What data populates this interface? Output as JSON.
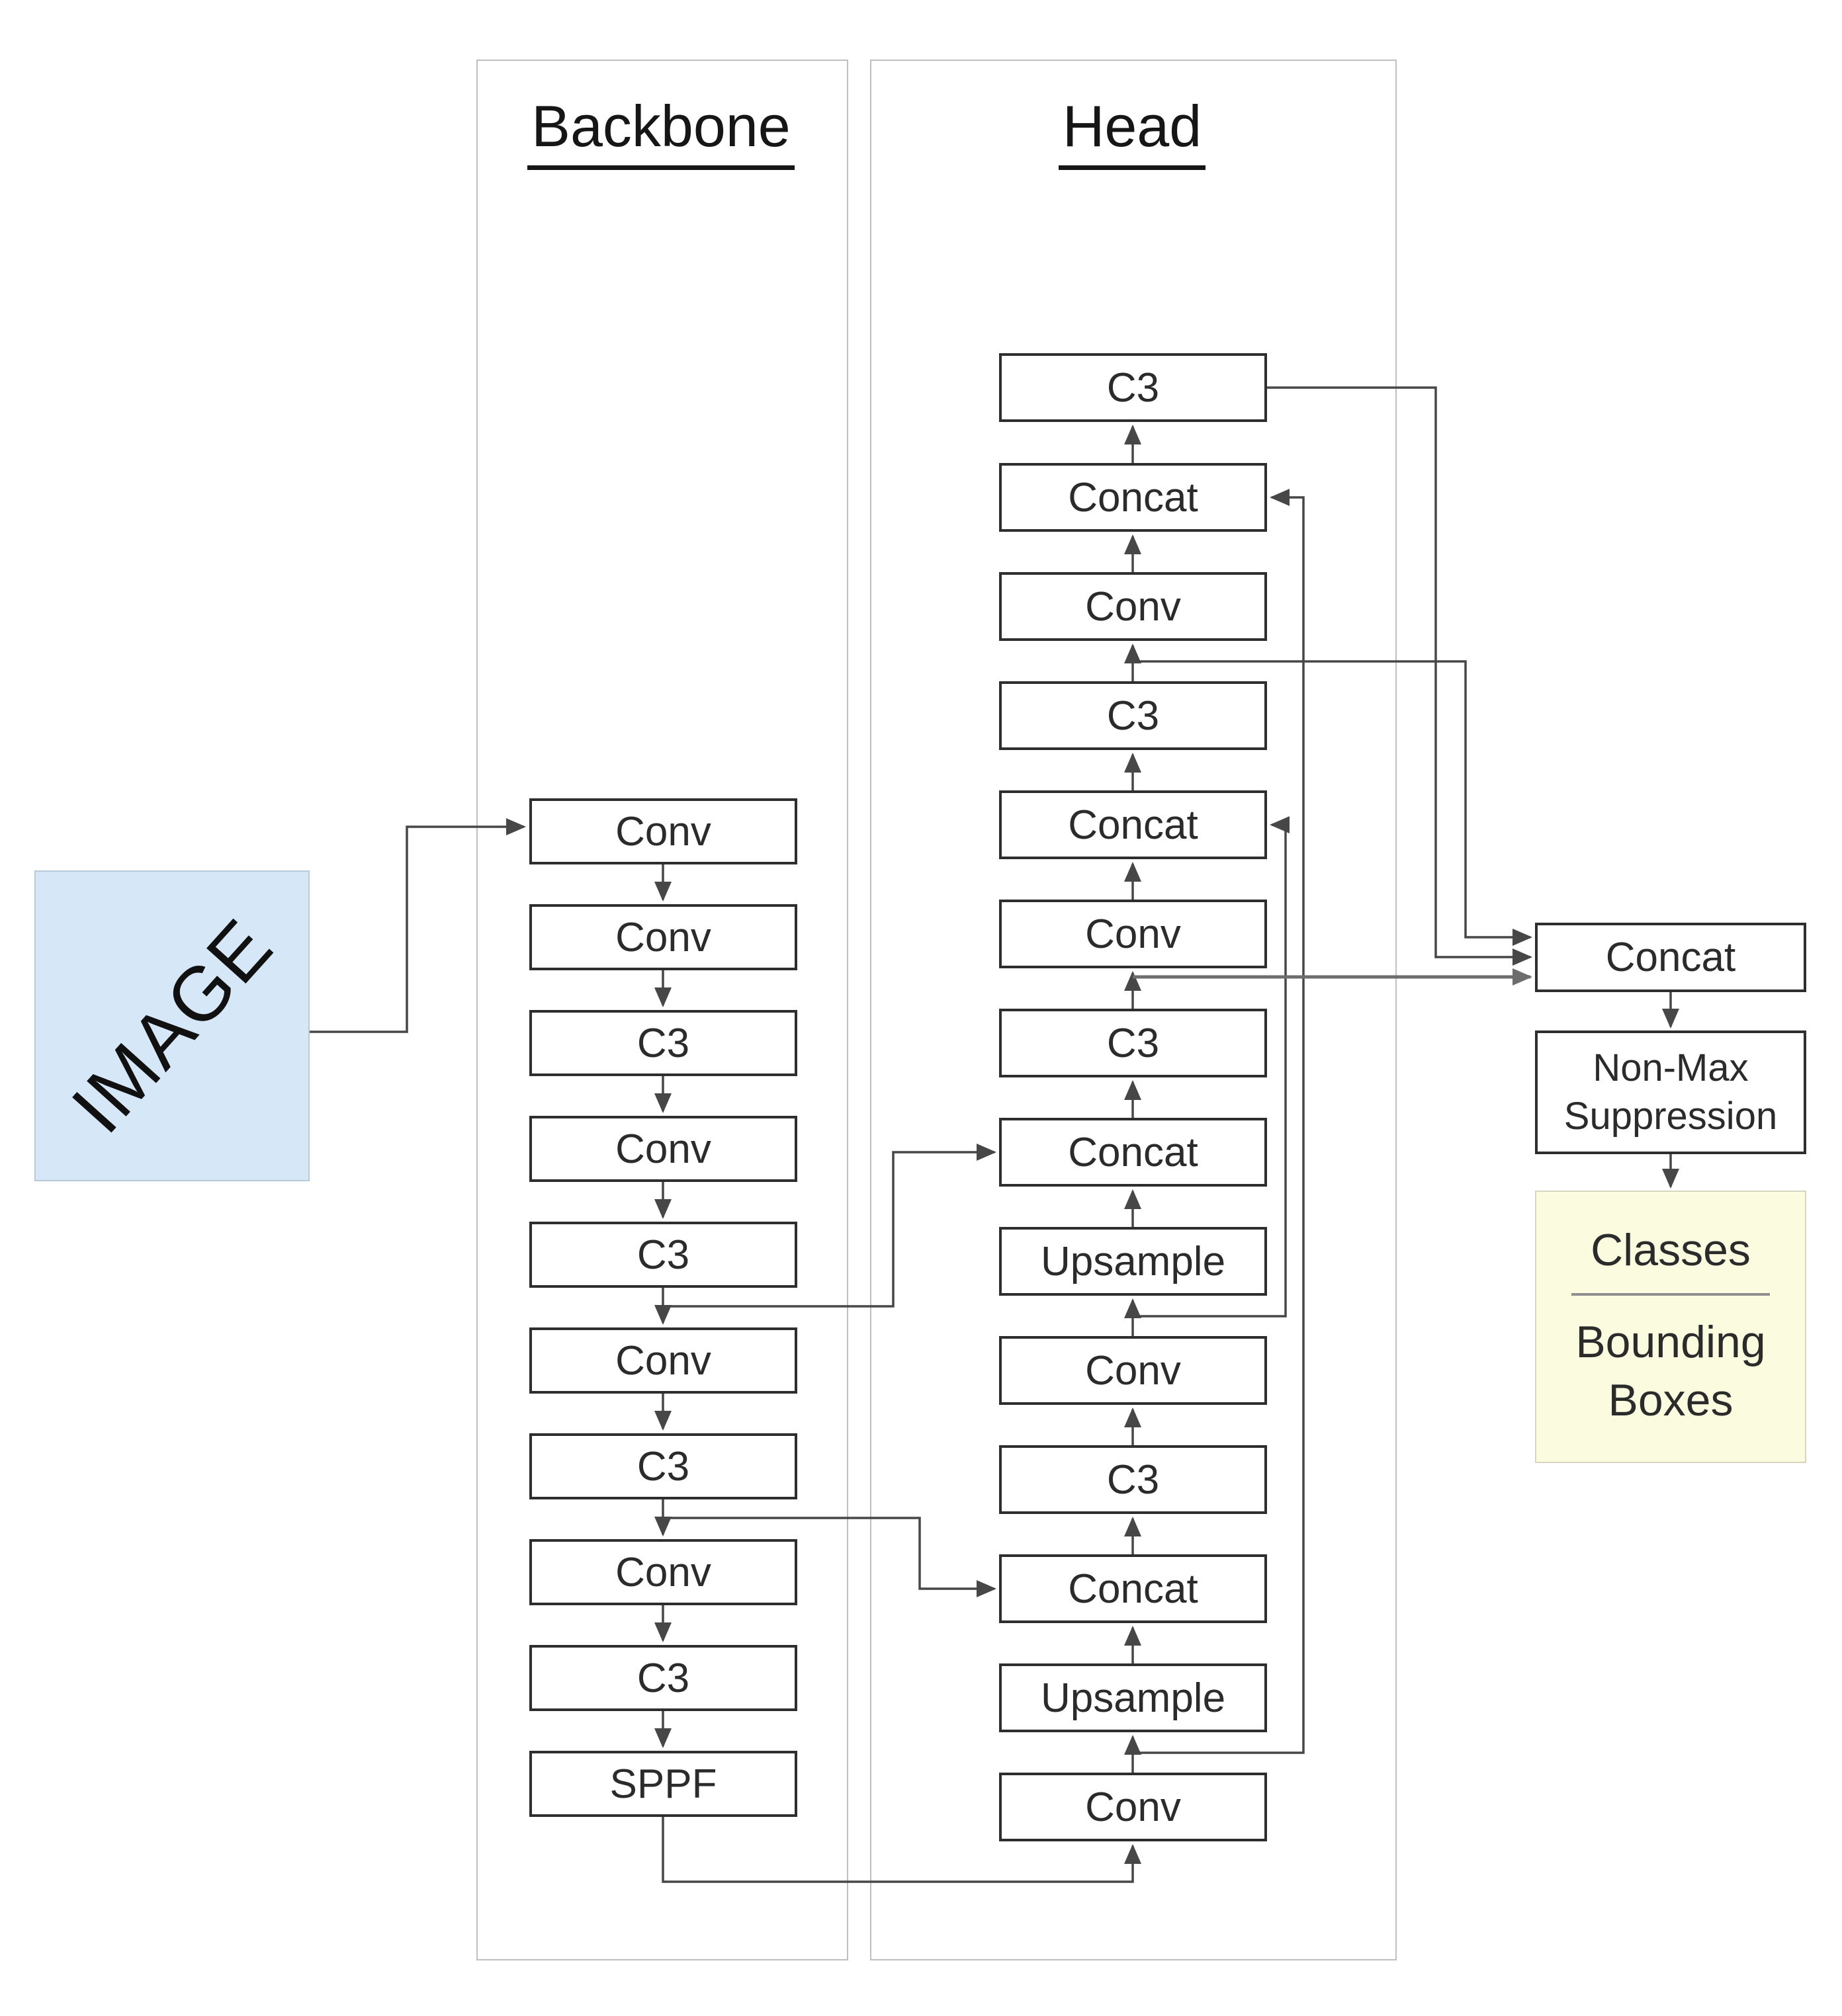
{
  "panels": {
    "backbone": {
      "title": "Backbone"
    },
    "head": {
      "title": "Head"
    }
  },
  "input": {
    "label": "IMAGE"
  },
  "backbone": {
    "nodes": [
      {
        "id": "backbone-conv-1",
        "label": "Conv"
      },
      {
        "id": "backbone-conv-2",
        "label": "Conv"
      },
      {
        "id": "backbone-c3-3",
        "label": "C3"
      },
      {
        "id": "backbone-conv-4",
        "label": "Conv"
      },
      {
        "id": "backbone-c3-5",
        "label": "C3"
      },
      {
        "id": "backbone-conv-6",
        "label": "Conv"
      },
      {
        "id": "backbone-c3-7",
        "label": "C3"
      },
      {
        "id": "backbone-conv-8",
        "label": "Conv"
      },
      {
        "id": "backbone-c3-9",
        "label": "C3"
      },
      {
        "id": "backbone-sppf-10",
        "label": "SPPF"
      }
    ]
  },
  "head": {
    "nodes": [
      {
        "id": "head-c3-1",
        "label": "C3"
      },
      {
        "id": "head-concat-2",
        "label": "Concat"
      },
      {
        "id": "head-conv-3",
        "label": "Conv"
      },
      {
        "id": "head-c3-4",
        "label": "C3"
      },
      {
        "id": "head-concat-5",
        "label": "Concat"
      },
      {
        "id": "head-conv-6",
        "label": "Conv"
      },
      {
        "id": "head-c3-7",
        "label": "C3"
      },
      {
        "id": "head-concat-8",
        "label": "Concat"
      },
      {
        "id": "head-upsample-9",
        "label": "Upsample"
      },
      {
        "id": "head-conv-10",
        "label": "Conv"
      },
      {
        "id": "head-c3-11",
        "label": "C3"
      },
      {
        "id": "head-concat-12",
        "label": "Concat"
      },
      {
        "id": "head-upsample-13",
        "label": "Upsample"
      },
      {
        "id": "head-conv-14",
        "label": "Conv"
      }
    ]
  },
  "detect": {
    "concat_label": "Concat",
    "nms_line1": "Non-Max",
    "nms_line2": "Suppression",
    "classes_label": "Classes",
    "boxes_label": "Bounding Boxes"
  },
  "colors": {
    "input_fill": "#d6e8f8",
    "result_fill": "#fbfbe0",
    "node_border": "#2e2e2e",
    "panel_border": "#bfbfbf",
    "edge": "#474747",
    "edge_em": "#6d6d6d"
  },
  "edges": [
    {
      "from": "image",
      "to": "backbone-conv-1"
    },
    {
      "from": "backbone-conv-1",
      "to": "backbone-conv-2"
    },
    {
      "from": "backbone-conv-2",
      "to": "backbone-c3-3"
    },
    {
      "from": "backbone-c3-3",
      "to": "backbone-conv-4"
    },
    {
      "from": "backbone-conv-4",
      "to": "backbone-c3-5"
    },
    {
      "from": "backbone-c3-5",
      "to": "backbone-conv-6"
    },
    {
      "from": "backbone-conv-6",
      "to": "backbone-c3-7"
    },
    {
      "from": "backbone-c3-7",
      "to": "backbone-conv-8"
    },
    {
      "from": "backbone-conv-8",
      "to": "backbone-c3-9"
    },
    {
      "from": "backbone-c3-9",
      "to": "backbone-sppf-10"
    },
    {
      "from": "backbone-c3-5",
      "to": "head-concat-8"
    },
    {
      "from": "backbone-c3-7",
      "to": "head-concat-12"
    },
    {
      "from": "backbone-sppf-10",
      "to": "head-conv-14"
    },
    {
      "from": "head-conv-14",
      "to": "head-upsample-13"
    },
    {
      "from": "head-upsample-13",
      "to": "head-concat-12"
    },
    {
      "from": "head-concat-12",
      "to": "head-c3-11"
    },
    {
      "from": "head-c3-11",
      "to": "head-conv-10"
    },
    {
      "from": "head-conv-10",
      "to": "head-upsample-9"
    },
    {
      "from": "head-upsample-9",
      "to": "head-concat-8"
    },
    {
      "from": "head-concat-8",
      "to": "head-c3-7"
    },
    {
      "from": "head-c3-7",
      "to": "head-conv-6"
    },
    {
      "from": "head-conv-6",
      "to": "head-concat-5"
    },
    {
      "from": "head-concat-5",
      "to": "head-c3-4"
    },
    {
      "from": "head-c3-4",
      "to": "head-conv-3"
    },
    {
      "from": "head-conv-3",
      "to": "head-concat-2"
    },
    {
      "from": "head-concat-2",
      "to": "head-c3-1"
    },
    {
      "from": "head-conv-14",
      "to": "head-concat-2"
    },
    {
      "from": "head-conv-10",
      "to": "head-concat-5"
    },
    {
      "from": "head-c3-1",
      "to": "detect-concat"
    },
    {
      "from": "head-c3-4",
      "to": "detect-concat"
    },
    {
      "from": "head-c3-7",
      "to": "detect-concat"
    },
    {
      "from": "detect-concat",
      "to": "non-max-suppression"
    },
    {
      "from": "non-max-suppression",
      "to": "classes-bounding-boxes"
    }
  ]
}
